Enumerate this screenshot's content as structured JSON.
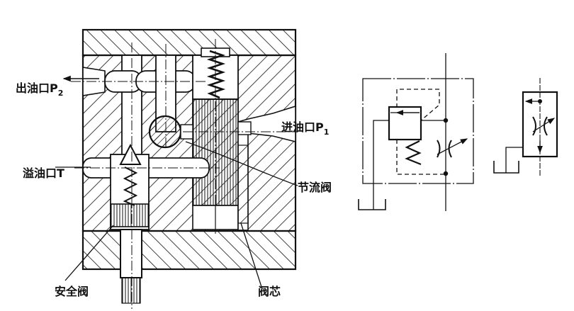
{
  "figure": {
    "type": "hydraulic-valve-section-and-symbols",
    "labels": {
      "outlet": {
        "text": "出油口P",
        "subscript": "2"
      },
      "inlet": {
        "text": "进油口P",
        "subscript": "1"
      },
      "overflow": {
        "text": "溢油口T"
      },
      "throttle": {
        "text": "节流阀"
      },
      "safety_valve": {
        "text": "安全阀"
      },
      "spool": {
        "text": "阀芯"
      }
    },
    "symbols": [
      {
        "name": "detailed-symbol",
        "components": [
          "relief-valve",
          "spring",
          "adjustable-throttle",
          "tank"
        ]
      },
      {
        "name": "simplified-symbol",
        "components": [
          "adjustable-throttle",
          "tank"
        ]
      }
    ],
    "colors": {
      "line": "#111111",
      "background": "#ffffff"
    }
  }
}
